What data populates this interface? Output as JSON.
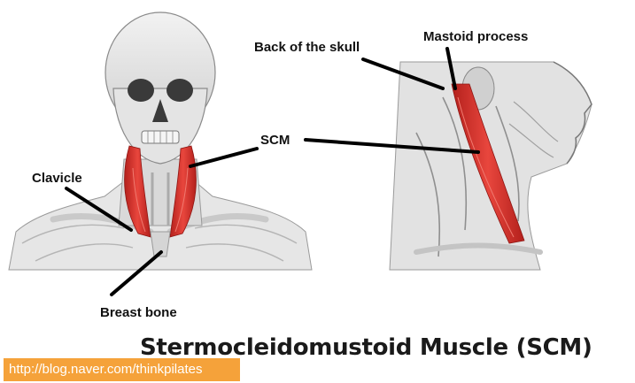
{
  "labels": {
    "back_of_skull": "Back of the skull",
    "mastoid_process": "Mastoid process",
    "scm": "SCM",
    "clavicle": "Clavicle",
    "breast_bone": "Breast bone"
  },
  "title": "Stermocleidomustoid Muscle (SCM)",
  "watermark": "http://blog.naver.com/thinkpilates",
  "colors": {
    "muscle": "#d8362f",
    "watermark_bg": "#f5a23a",
    "leader_line": "#000000"
  }
}
